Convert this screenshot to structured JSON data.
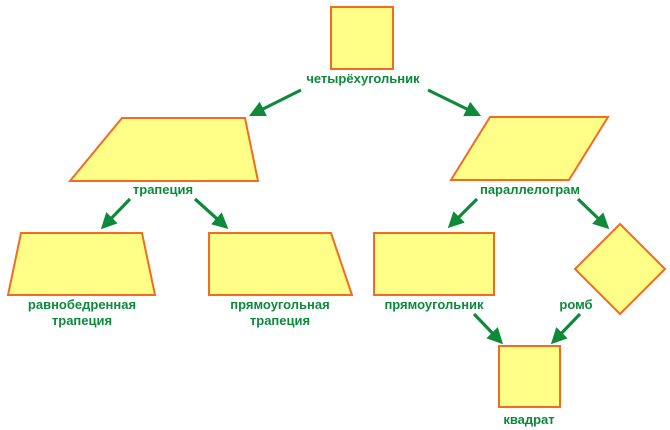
{
  "colors": {
    "shape_fill": "#ffff88",
    "shape_stroke": "#f26b22",
    "arrow": "#0e8a3a",
    "label_text": "#0c8a3c"
  },
  "nodes": {
    "quadrilateral": "четырёхугольник",
    "trapezoid": "трапеция",
    "parallelogram": "параллелограм",
    "isosceles_trapezoid": [
      "равнобедренная",
      "трапеция"
    ],
    "right_trapezoid": [
      "прямоугольная",
      "трапеция"
    ],
    "rectangle": "прямоугольник",
    "rhombus": "ромб",
    "square": "квадрат"
  },
  "edges": [
    [
      "quadrilateral",
      "trapezoid"
    ],
    [
      "quadrilateral",
      "parallelogram"
    ],
    [
      "trapezoid",
      "isosceles_trapezoid"
    ],
    [
      "trapezoid",
      "right_trapezoid"
    ],
    [
      "parallelogram",
      "rectangle"
    ],
    [
      "parallelogram",
      "rhombus"
    ],
    [
      "rectangle",
      "square"
    ],
    [
      "rhombus",
      "square"
    ]
  ]
}
